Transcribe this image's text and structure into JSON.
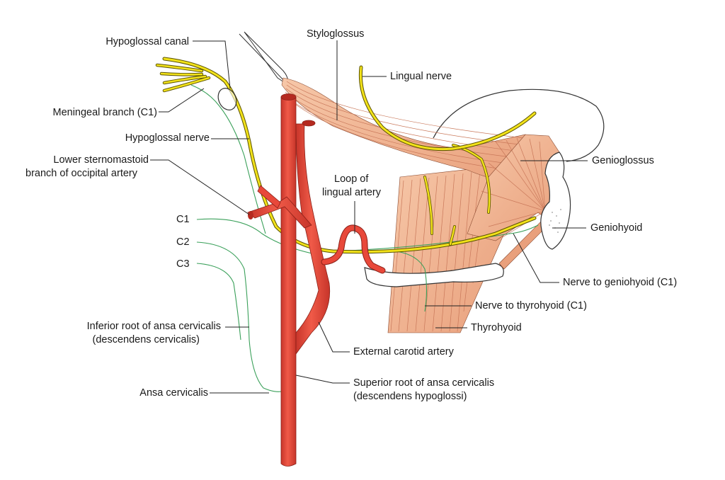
{
  "labels": {
    "hypoglossal_canal": "Hypoglossal canal",
    "styloglossus": "Styloglossus",
    "lingual_nerve": "Lingual nerve",
    "meningeal_branch": "Meningeal branch (C1)",
    "hypoglossal_nerve": "Hypoglossal nerve",
    "lower_sternomastoid_1": "Lower sternomastoid",
    "lower_sternomastoid_2": "branch of occipital artery",
    "loop_lingual_1": "Loop of",
    "loop_lingual_2": "lingual artery",
    "genioglossus": "Genioglossus",
    "geniohyoid": "Geniohyoid",
    "c1": "C1",
    "c2": "C2",
    "c3": "C3",
    "nerve_to_geniohyoid": "Nerve to geniohyoid (C1)",
    "nerve_to_thyrohyoid": "Nerve to thyrohyoid (C1)",
    "thyrohyoid": "Thyrohyoid",
    "inferior_root_1": "Inferior root of ansa cervicalis",
    "inferior_root_2": "(descendens cervicalis)",
    "external_carotid": "External carotid artery",
    "ansa_cervicalis": "Ansa cervicalis",
    "superior_root_1": "Superior root of ansa cervicalis",
    "superior_root_2": "(descendens hypoglossi)"
  },
  "colors": {
    "artery": "#e8483a",
    "artery_dark": "#b52a20",
    "nerve_yellow": "#f2e21a",
    "nerve_outline": "#5a5200",
    "nerve_green": "#3aa05a",
    "muscle": "#f0b08e",
    "muscle_fiber": "#c9785a",
    "bone": "#ffffff",
    "outline": "#333333"
  }
}
